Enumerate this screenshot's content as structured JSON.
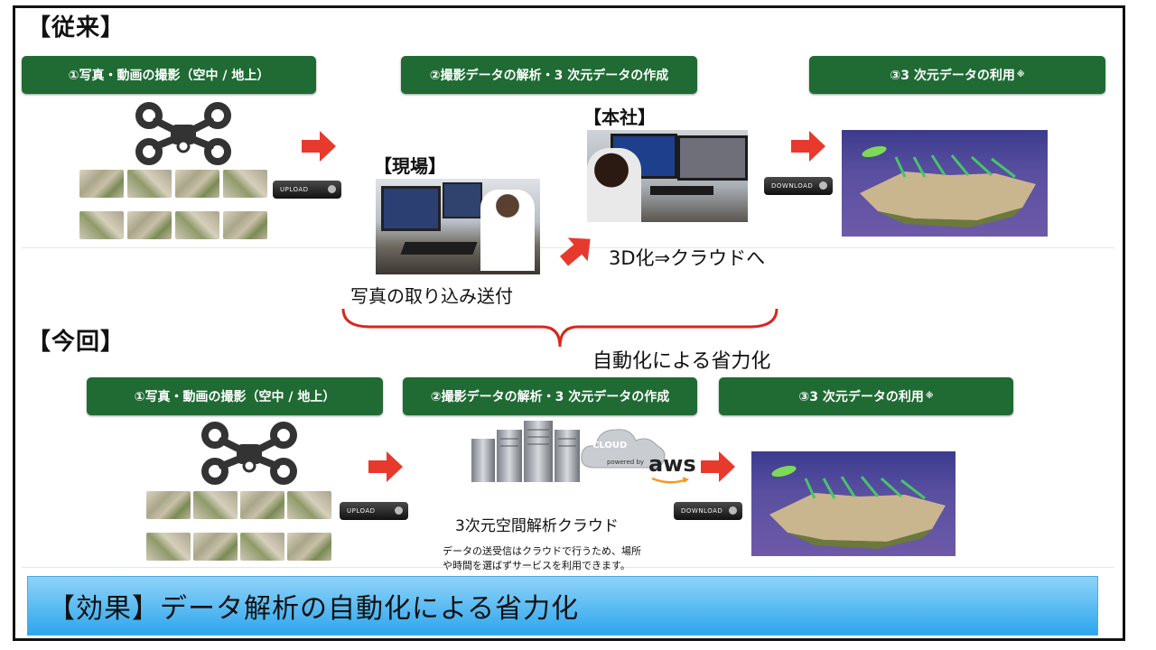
{
  "sections": {
    "conventional_title": "【従来】",
    "current_title": "【今回】"
  },
  "steps": {
    "capture": "①写真・動画の撮影（空中 / 地上）",
    "analysis": "②撮影データの解析・3 次元データの作成",
    "use": "③3 次元データの利用",
    "use_mark": "※"
  },
  "conventional": {
    "site_label": "【現場】",
    "hq_label": "【本社】",
    "photo_import": "写真の取り込み送付",
    "to_cloud": "3D化⇒クラウドへ",
    "upload_chip": "UPLOAD",
    "download_chip": "DOWNLOAD"
  },
  "automation_label": "自動化による省力化",
  "current": {
    "cloud_word": "CLOUD",
    "powered_by": "powered by",
    "aws": "aws",
    "cloud_service": "3次元空間解析クラウド",
    "cloud_note_line1": "データの送受信はクラウドで行うため、場所",
    "cloud_note_line2": "や時間を選ばずサービスを利用できます。",
    "upload_chip": "UPLOAD",
    "download_chip": "DOWNLOAD"
  },
  "effect_banner": "【効果】データ解析の自動化による省力化",
  "colors": {
    "step_green": "#1f6b33",
    "arrow_red": "#e8392d",
    "bracket_red": "#d9261c",
    "banner_blue": "#2da6ee"
  }
}
